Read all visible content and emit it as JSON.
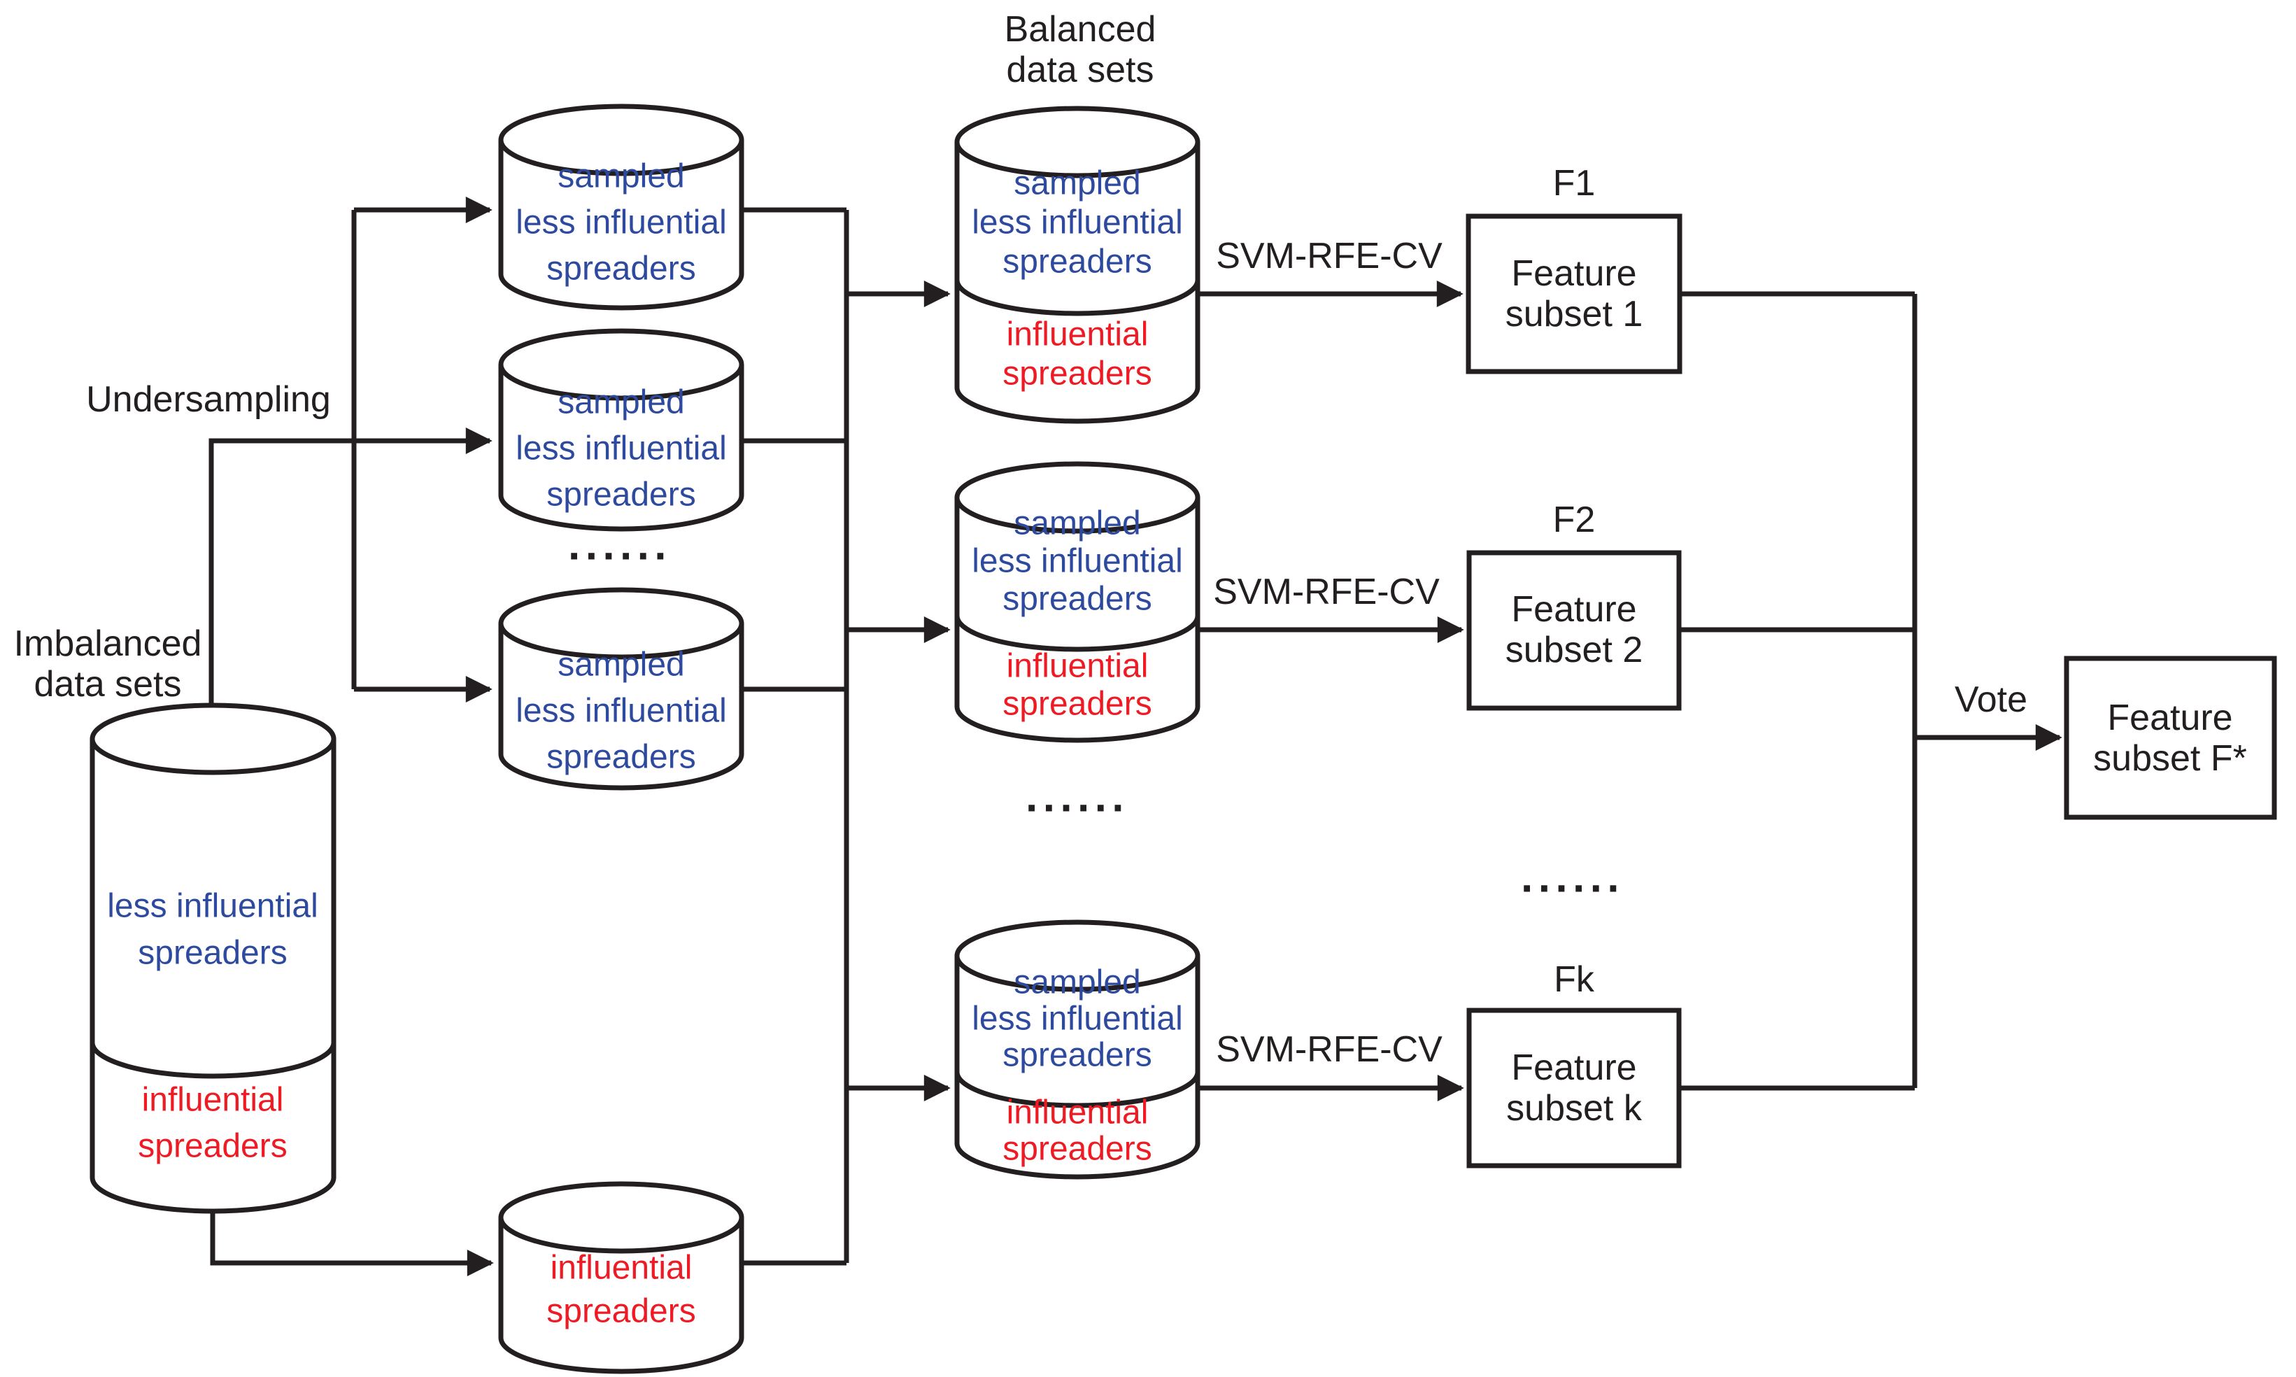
{
  "colors": {
    "ink": "#231f20",
    "blue": "#2e4a9f",
    "red": "#ee1b24"
  },
  "labels": {
    "balanced_line1": "Balanced",
    "balanced_line2": "data sets",
    "imbalanced_line1": "Imbalanced",
    "imbalanced_line2": "data sets",
    "undersampling": "Undersampling",
    "svm": "SVM-RFE-CV",
    "vote": "Vote",
    "ellipsis": "······"
  },
  "imbalanced_cylinder": {
    "blue_lines": [
      "less influential",
      "spreaders"
    ],
    "red_lines": [
      "influential",
      "spreaders"
    ]
  },
  "sampled_cylinder": {
    "lines": [
      "sampled",
      "less influential",
      "spreaders"
    ]
  },
  "influential_cylinder": {
    "lines": [
      "influential",
      "spreaders"
    ]
  },
  "balanced_cylinder": {
    "blue_lines": [
      "sampled",
      "less influential",
      "spreaders"
    ],
    "red_lines": [
      "influential",
      "spreaders"
    ]
  },
  "feature_boxes": [
    {
      "tag": "F1",
      "lines": [
        "Feature",
        "subset 1"
      ]
    },
    {
      "tag": "F2",
      "lines": [
        "Feature",
        "subset 2"
      ]
    },
    {
      "tag": "Fk",
      "lines": [
        "Feature",
        "subset k"
      ]
    }
  ],
  "final_box": {
    "lines": [
      "Feature",
      "subset F*"
    ]
  }
}
